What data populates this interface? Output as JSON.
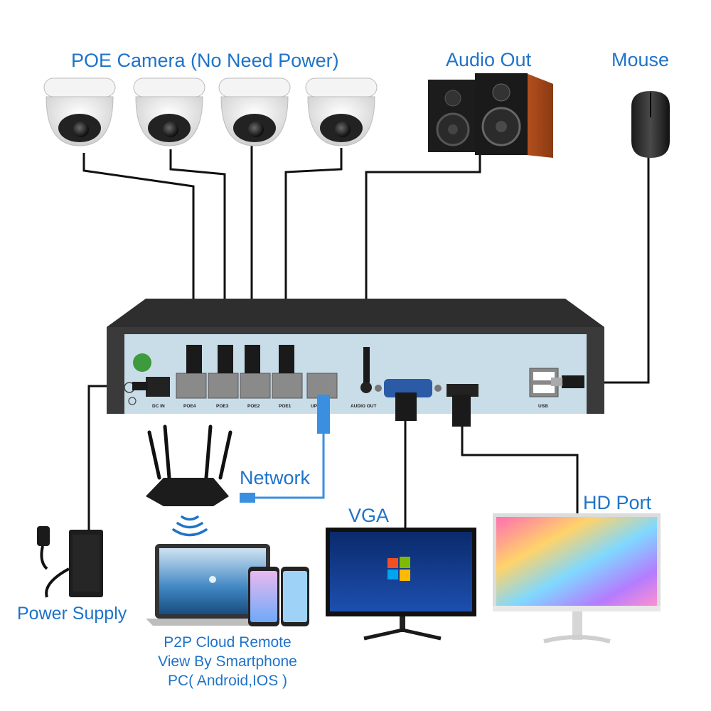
{
  "labels": {
    "poe_camera": "POE Camera (No Need Power)",
    "audio_out": "Audio Out",
    "mouse": "Mouse",
    "network": "Network",
    "vga": "VGA",
    "hd_port": "HD Port",
    "power_supply": "Power Supply",
    "p2p_line1": "P2P Cloud Remote",
    "p2p_line2": "View By Smartphone",
    "p2p_line3": "PC( Android,IOS )"
  },
  "ports": {
    "dc_in": "DC IN",
    "poe4": "POE4",
    "poe3": "POE3",
    "poe2": "POE2",
    "poe1": "POE1",
    "uplink": "UPLINK",
    "audio_out": "AUDIO OUT",
    "usb": "USB"
  },
  "colors": {
    "label_blue": "#1f73c9",
    "cable_black": "#111111",
    "cable_blue": "#3a8fe0",
    "nvr_panel": "#c9dde8",
    "nvr_body": "#3a3a3a"
  },
  "icons": [
    "dome-camera-icon",
    "speaker-icon",
    "mouse-icon",
    "router-icon",
    "wifi-icon",
    "laptop-icon",
    "smartphone-icon",
    "power-adapter-icon",
    "monitor-icon",
    "nvr-device-icon"
  ]
}
